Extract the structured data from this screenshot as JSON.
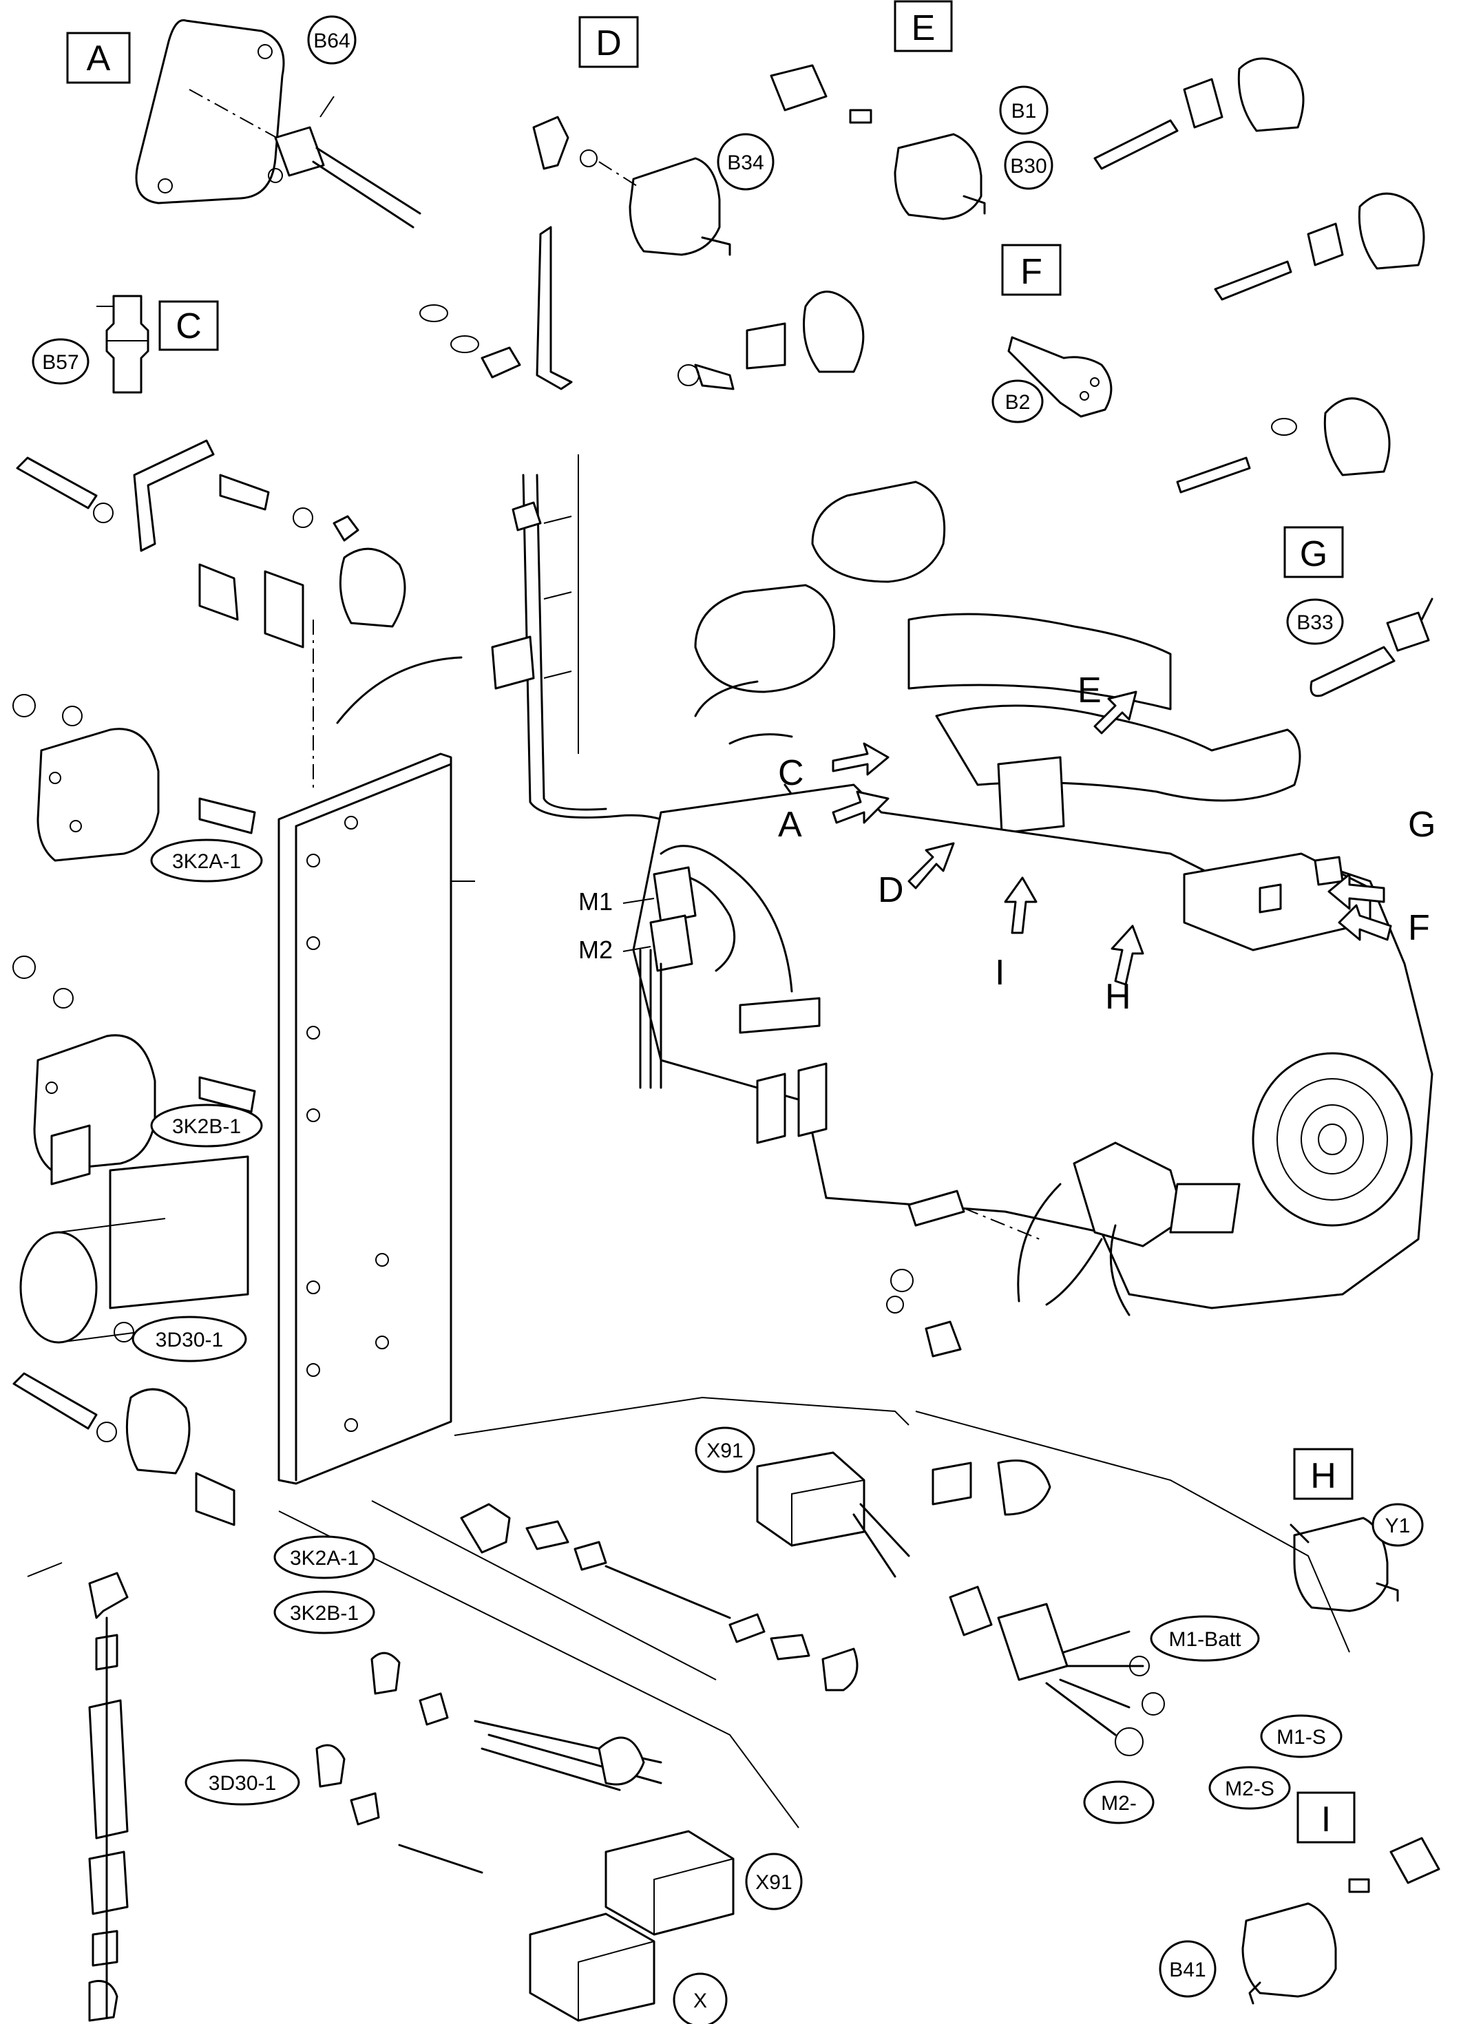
{
  "views": {
    "A": {
      "letter": "A",
      "parts": [
        "B64"
      ]
    },
    "C": {
      "letter": "C",
      "parts": [
        "B57"
      ]
    },
    "D": {
      "letter": "D",
      "parts": [
        "B34"
      ]
    },
    "E": {
      "letter": "E",
      "parts": [
        "B1",
        "B30"
      ]
    },
    "F": {
      "letter": "F",
      "parts": [
        "B2"
      ]
    },
    "G": {
      "letter": "G",
      "parts": [
        "B33"
      ]
    },
    "H": {
      "letter": "H",
      "parts": [
        "Y1"
      ]
    },
    "I": {
      "letter": "I",
      "parts": [
        "B41"
      ]
    }
  },
  "engine_callouts": [
    "A",
    "C",
    "D",
    "E",
    "F",
    "G",
    "H",
    "I"
  ],
  "engine_labels": [
    "M1",
    "M2"
  ],
  "relay_labels": [
    "3K2A-1",
    "3K2B-1",
    "3D30-1"
  ],
  "harness_labels": [
    "3K2A-1",
    "3K2B-1",
    "3D30-1",
    "X91",
    "X"
  ],
  "starter_connector": {
    "label": "X91"
  },
  "wire_labels": [
    "M1-Batt",
    "M1-S",
    "M2-S",
    "M2-"
  ]
}
